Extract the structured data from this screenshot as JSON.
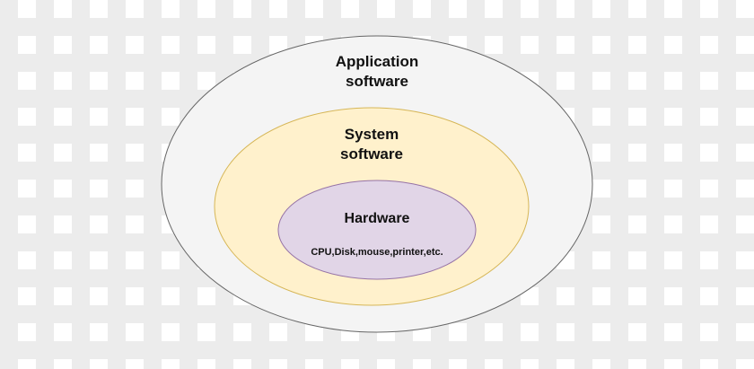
{
  "diagram": {
    "type": "nested-ellipses",
    "layers": [
      {
        "id": "application",
        "label_line1": "Application",
        "label_line2": "software",
        "fill": "#f4f4f4",
        "stroke": "#666666"
      },
      {
        "id": "system",
        "label_line1": "System",
        "label_line2": "software",
        "fill": "#fff1cc",
        "stroke": "#d6b656"
      },
      {
        "id": "hardware",
        "label": "Hardware",
        "sublabel": "CPU,Disk,mouse,printer,etc.",
        "fill": "#e1d5e7",
        "stroke": "#9673a6"
      }
    ]
  }
}
